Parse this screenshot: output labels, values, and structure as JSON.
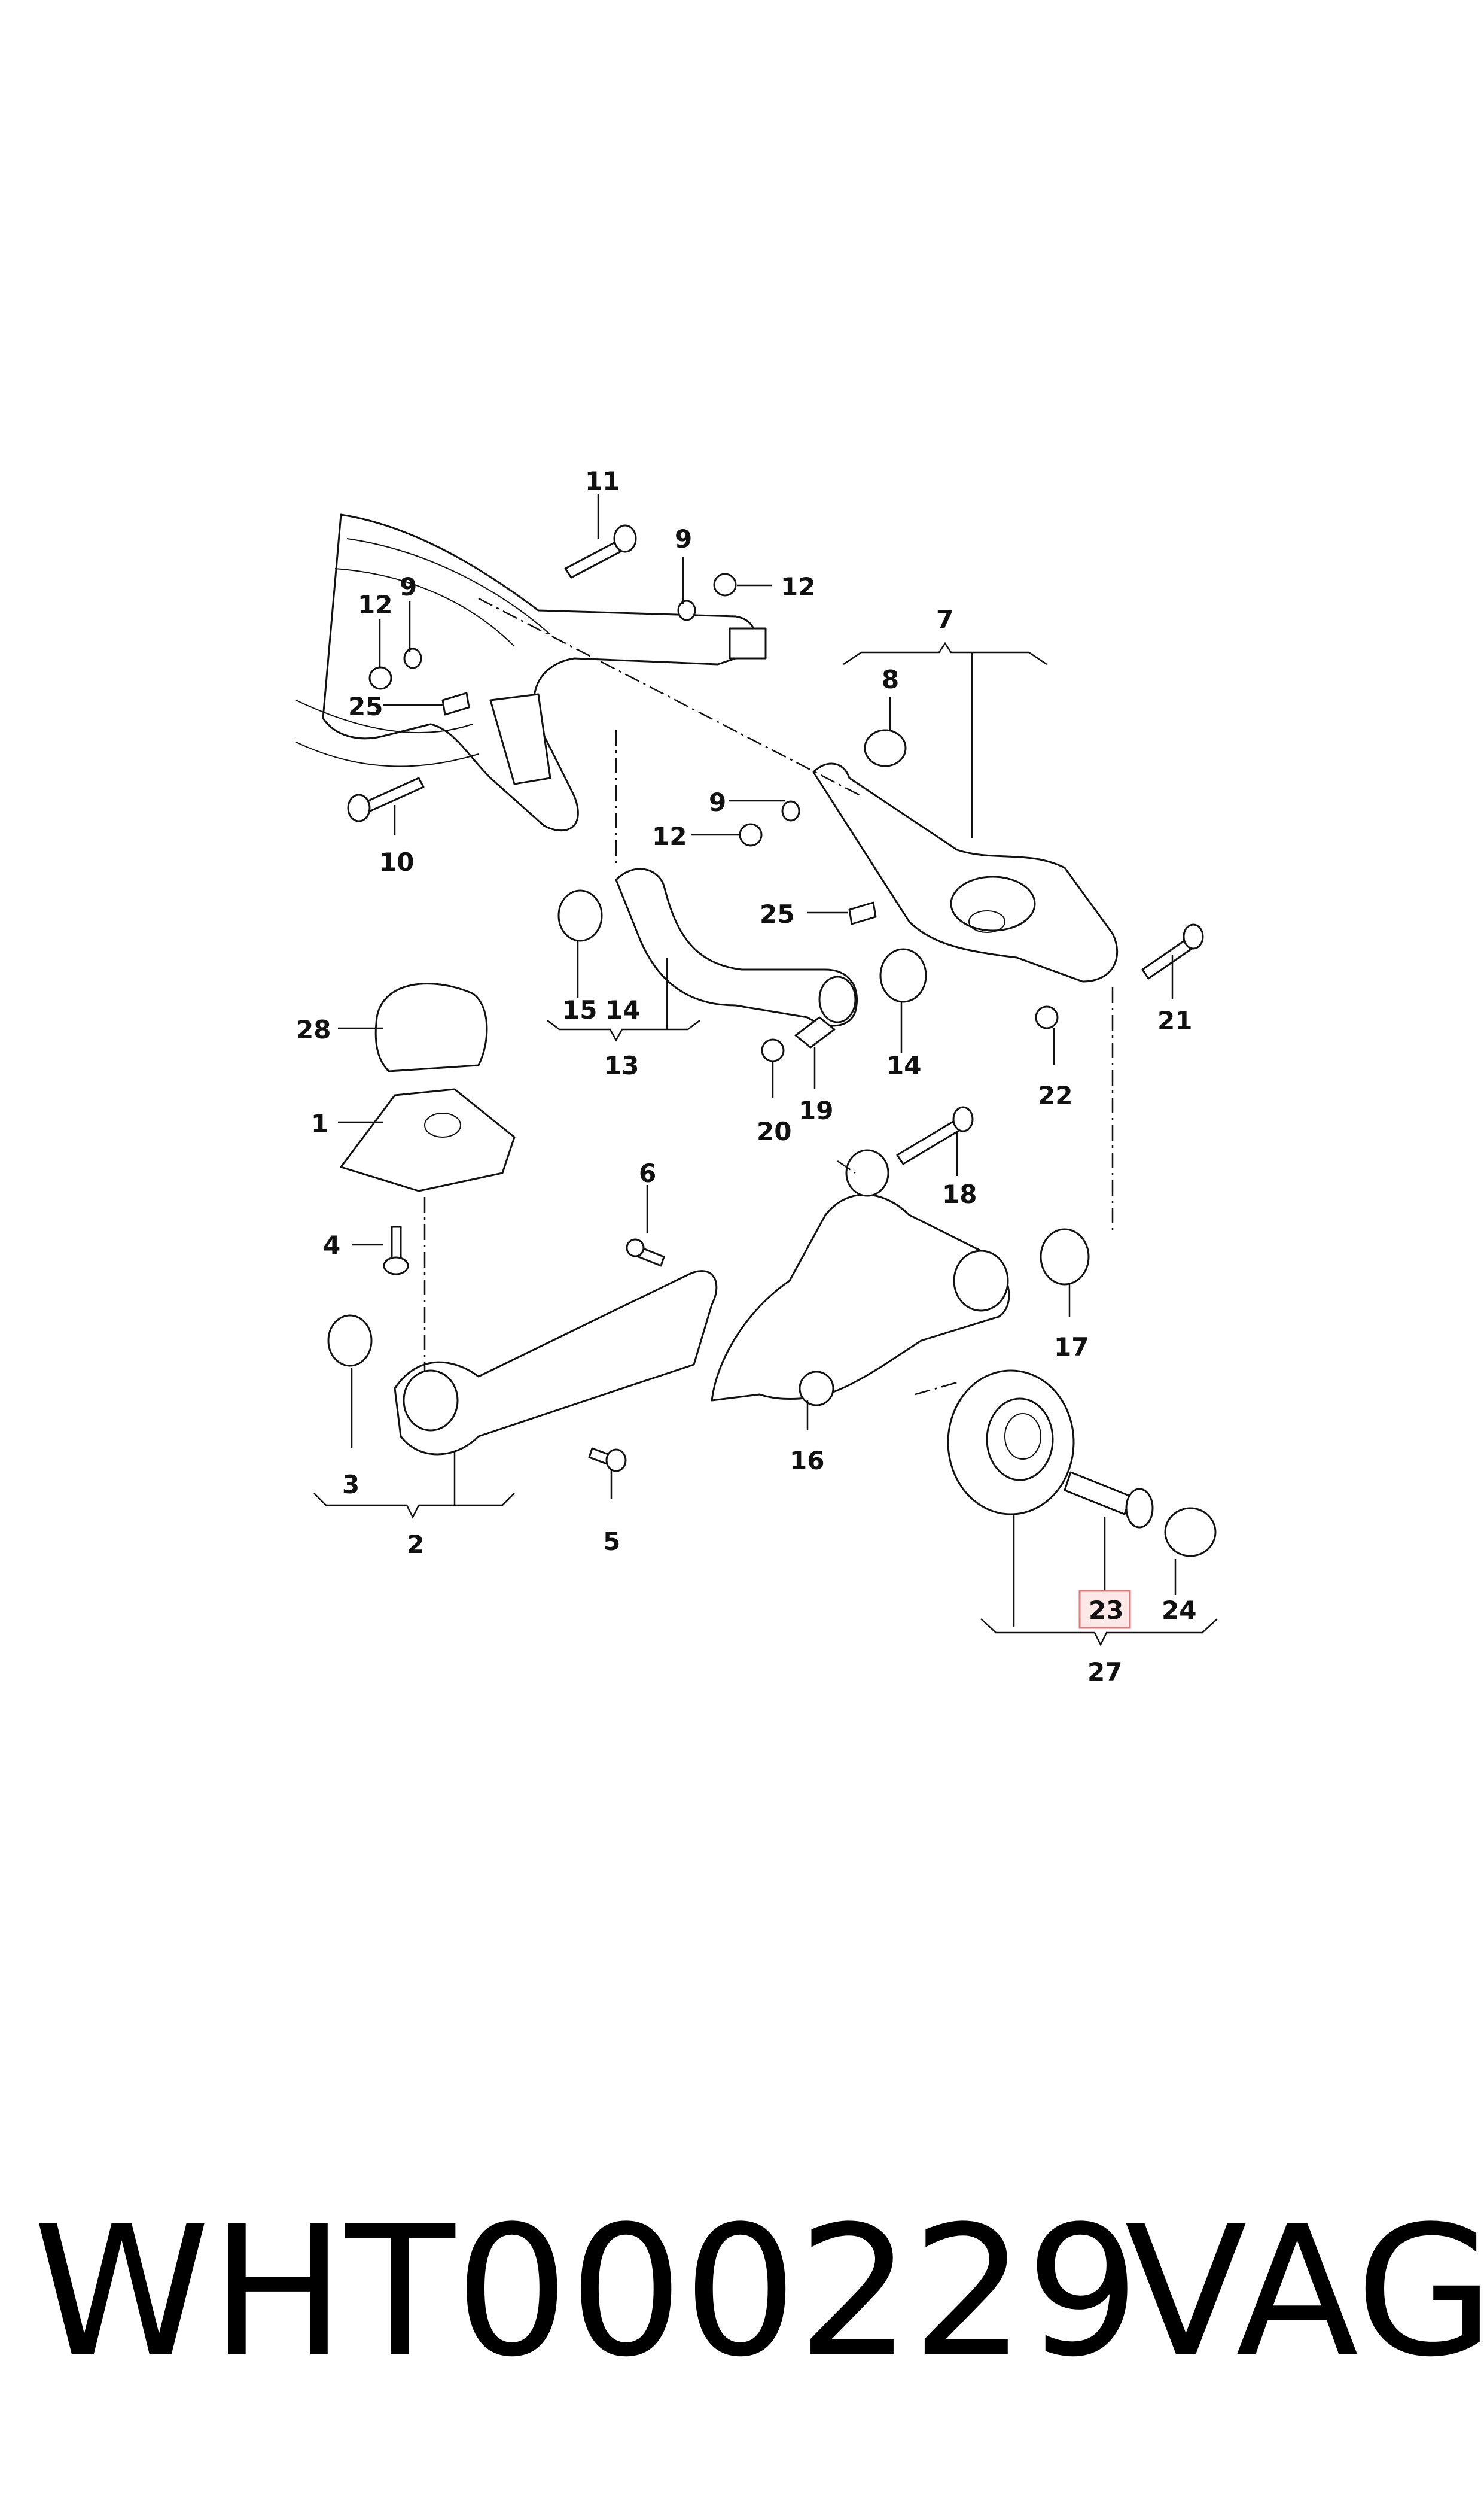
{
  "diagram": {
    "callouts": {
      "c1": "1",
      "c2": "2",
      "c3": "3",
      "c4": "4",
      "c5": "5",
      "c6": "6",
      "c7": "7",
      "c8": "8",
      "c9a": "9",
      "c9b": "9",
      "c9c": "9",
      "c10": "10",
      "c11": "11",
      "c12a": "12",
      "c12b": "12",
      "c12c": "12",
      "c13": "13",
      "c14a": "14",
      "c14b": "14",
      "c15": "15",
      "c16": "16",
      "c17": "17",
      "c18": "18",
      "c19": "19",
      "c20": "20",
      "c21": "21",
      "c22": "22",
      "c23": "23",
      "c24": "24",
      "c25a": "25",
      "c25b": "25",
      "c27": "27",
      "c28": "28"
    },
    "highlighted_callout": "23",
    "highlight_color": "#e07a7a"
  },
  "footer": {
    "part_number": "WHT000229",
    "brand": "VAG"
  }
}
